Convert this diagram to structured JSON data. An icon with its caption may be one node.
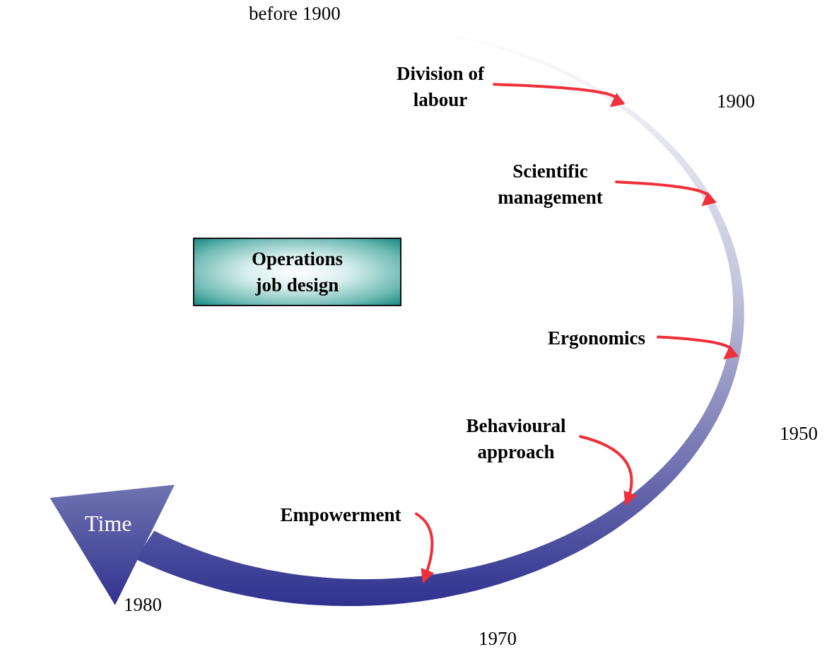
{
  "diagram": {
    "nodes": [
      {
        "text": [
          "Division of labour"
        ]
      },
      {
        "text": [
          "Scientific management"
        ]
      },
      {
        "text": [
          "Operations job design"
        ]
      },
      {
        "text": [
          "Ergonomics"
        ]
      },
      {
        "text": [
          "Behavioural approach"
        ]
      },
      {
        "text": [
          "Empowerment"
        ]
      },
      {
        "text": [
          "Time"
        ]
      }
    ],
    "edges": [
      {
        "from": 0,
        "to": 6,
        "arrow": "to"
      },
      {
        "from": 1,
        "to": 6,
        "arrow": "to"
      },
      {
        "from": 3,
        "to": 6,
        "arrow": "to"
      },
      {
        "from": 4,
        "to": 6,
        "arrow": "to"
      },
      {
        "from": 5,
        "to": 6,
        "arrow": "to"
      }
    ],
    "labels": [
      "before 1900",
      "1900",
      "1950",
      "1980",
      "1970"
    ]
  }
}
